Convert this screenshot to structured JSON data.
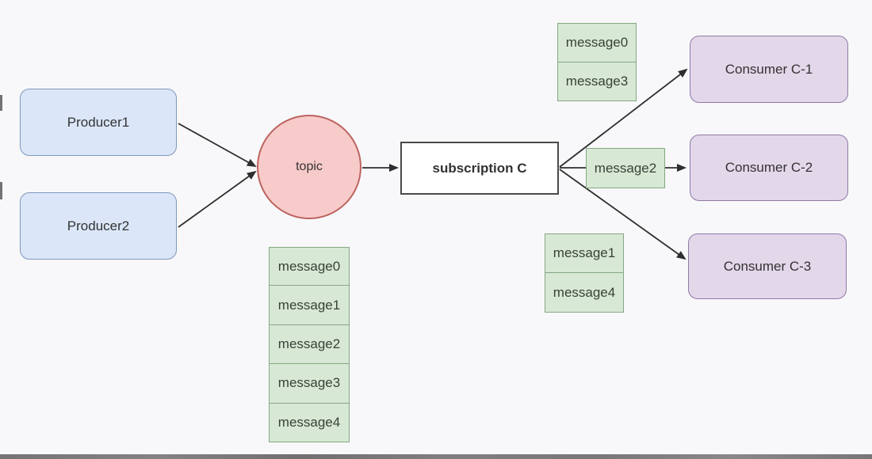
{
  "producers": [
    {
      "label": "Producer1"
    },
    {
      "label": "Producer2"
    }
  ],
  "topic": {
    "label": "topic"
  },
  "subscription": {
    "label": "subscription C"
  },
  "consumers": [
    {
      "label": "Consumer C-1"
    },
    {
      "label": "Consumer C-2"
    },
    {
      "label": "Consumer C-3"
    }
  ],
  "queue": {
    "items": [
      "message0",
      "message1",
      "message2",
      "message3",
      "message4"
    ]
  },
  "delivered": {
    "consumer_c1": [
      "message0",
      "message3"
    ],
    "consumer_c2": [
      "message2"
    ],
    "consumer_c3": [
      "message1",
      "message4"
    ]
  },
  "colors": {
    "background": "#f8f8fa",
    "producer_fill": "#dbe7f8",
    "producer_border": "#7d97bb",
    "topic_fill": "#f7cbc9",
    "topic_border": "#bc6460",
    "subscription_fill": "#ffffff",
    "subscription_border": "#4a4a4a",
    "consumer_fill": "#e3d7ea",
    "consumer_border": "#8f7aa5",
    "message_fill": "#d7e9d5",
    "message_border": "#86a784",
    "arrow": "#2e2e2e",
    "bottom_edge": "#616161"
  }
}
